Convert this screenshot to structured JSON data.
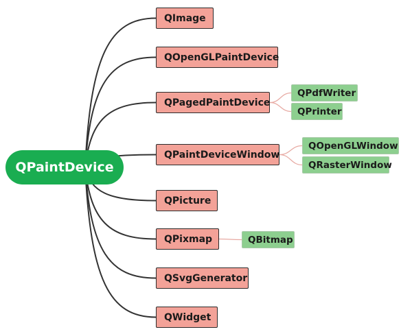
{
  "root": {
    "label": "QPaintDevice",
    "color": "#1aad51"
  },
  "colors": {
    "subclass": "#f3a298",
    "leaf": "#8dcf8f",
    "main_wire": "#333333",
    "sub_wire": "#e7a9a2"
  },
  "children": [
    {
      "label": "QImage",
      "children": []
    },
    {
      "label": "QOpenGLPaintDevice",
      "children": []
    },
    {
      "label": "QPagedPaintDevice",
      "children": [
        {
          "label": "QPdfWriter"
        },
        {
          "label": "QPrinter"
        }
      ]
    },
    {
      "label": "QPaintDeviceWindow",
      "children": [
        {
          "label": "QOpenGLWindow"
        },
        {
          "label": "QRasterWindow"
        }
      ]
    },
    {
      "label": "QPicture",
      "children": []
    },
    {
      "label": "QPixmap",
      "children": [
        {
          "label": "QBitmap"
        }
      ]
    },
    {
      "label": "QSvgGenerator",
      "children": []
    },
    {
      "label": "QWidget",
      "children": []
    }
  ]
}
